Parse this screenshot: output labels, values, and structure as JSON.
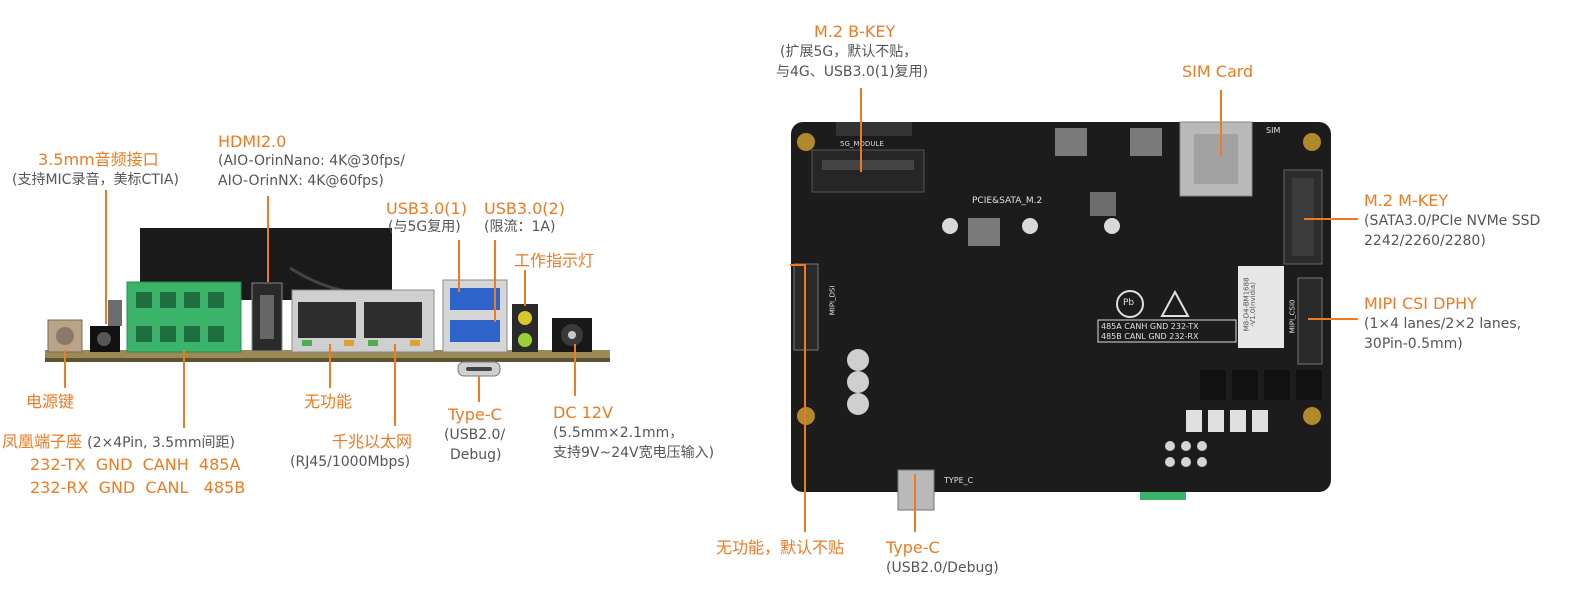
{
  "left_board": {
    "audio": {
      "title": "3.5mm音频接口",
      "note": "(支持MIC录音，美标CTIA)"
    },
    "hdmi": {
      "title": "HDMI2.0",
      "note1": "(AIO-OrinNano: 4K@30fps/",
      "note2": "AIO-OrinNX: 4K@60fps)"
    },
    "usb1": {
      "title": "USB3.0(1)",
      "note": "(与5G复用)"
    },
    "usb2": {
      "title": "USB3.0(2)",
      "note": "(限流：1A)"
    },
    "led": {
      "title": "工作指示灯"
    },
    "power_key": {
      "title": "电源键"
    },
    "terminal": {
      "title": "凤凰端子座",
      "spec": "(2×4Pin, 3.5mm间距)",
      "row1": "232-TX  GND  CANH  485A",
      "row2": "232-RX  GND  CANL   485B"
    },
    "unused": {
      "title": "无功能"
    },
    "ethernet": {
      "title": "千兆以太网",
      "note": "(RJ45/1000Mbps)"
    },
    "typec": {
      "title": "Type-C",
      "note1": "(USB2.0/",
      "note2": "Debug)"
    },
    "dc": {
      "title": "DC 12V",
      "note1": "(5.5mm×2.1mm，",
      "note2": "支持9V~24V宽电压输入)"
    }
  },
  "right_board": {
    "bkey": {
      "title": "M.2 B-KEY",
      "note1": "(扩展5G，默认不贴，",
      "note2": "与4G、USB3.0(1)复用)"
    },
    "sim": {
      "title": "SIM Card"
    },
    "mkey": {
      "title": "M.2 M-KEY",
      "note1": "(SATA3.0/PCIe NVMe SSD",
      "note2": "2242/2260/2280)"
    },
    "mipi": {
      "title": "MIPI CSI DPHY",
      "note1": "(1×4 lanes/2×2 lanes,",
      "note2": "30Pin-0.5mm)"
    },
    "unused": {
      "title": "无功能，默认不贴"
    },
    "typec": {
      "title": "Type-C",
      "note": "(USB2.0/Debug)"
    },
    "silkscreen": {
      "module": "5G_MODULE",
      "pcie": "PCIE&SATA_M.2",
      "sim": "SIM",
      "dsi": "MIPI_DSI",
      "csi": "MIPI_CSI0",
      "typec": "TYPE_C",
      "pins1": "485A CANH GND 232-TX",
      "pins2": "485B CANL GND 232-RX",
      "label": "M8-D4-BM1688",
      "label2": "-V1.0(nvidia)",
      "pb": "Pb"
    }
  },
  "colors": {
    "accent": "#ee7a22",
    "note": "#555555",
    "pcb": "#1c1c1c",
    "terminal": "#3bb36b"
  }
}
